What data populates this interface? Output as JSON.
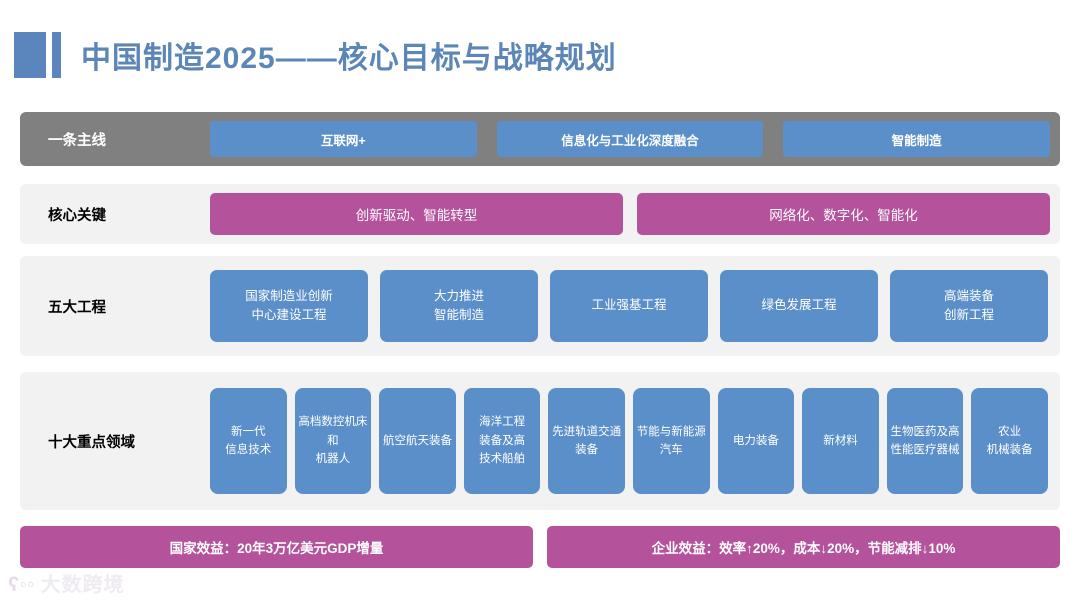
{
  "header": {
    "title": "中国制造2025——核心目标与战略规划",
    "accent_color": "#5b86bd",
    "title_color": "#5b86b5"
  },
  "palette": {
    "blue": "#5b8fc9",
    "purple": "#b5529c",
    "grey_band": "#808080",
    "light_band": "#f2f2f2"
  },
  "rows": [
    {
      "label": "一条主线",
      "items": [
        "互联网+",
        "信息化与工业化深度融合",
        "智能制造"
      ]
    },
    {
      "label": "核心关键",
      "items": [
        "创新驱动、智能转型",
        "网络化、数字化、智能化"
      ]
    },
    {
      "label": "五大工程",
      "items": [
        {
          "line1": "国家制造业创新",
          "line2": "中心建设工程"
        },
        {
          "line1": "大力推进",
          "line2": "智能制造"
        },
        {
          "line1": "工业强基工程",
          "line2": ""
        },
        {
          "line1": "绿色发展工程",
          "line2": ""
        },
        {
          "line1": "高端装备",
          "line2": "创新工程"
        }
      ]
    },
    {
      "label": "十大重点领域",
      "items": [
        {
          "line1": "新一代",
          "line2": "信息技术",
          "line3": ""
        },
        {
          "line1": "高档数控机床",
          "line2": "和",
          "line3": "机器人"
        },
        {
          "line1": "航空航天装备",
          "line2": "",
          "line3": ""
        },
        {
          "line1": "海洋工程",
          "line2": "装备及高",
          "line3": "技术船舶"
        },
        {
          "line1": "先进轨道交通",
          "line2": "装备",
          "line3": ""
        },
        {
          "line1": "节能与新能源",
          "line2": "汽车",
          "line3": ""
        },
        {
          "line1": "电力装备",
          "line2": "",
          "line3": ""
        },
        {
          "line1": "新材料",
          "line2": "",
          "line3": ""
        },
        {
          "line1": "生物医药及高",
          "line2": "性能医疗器械",
          "line3": ""
        },
        {
          "line1": "农业",
          "line2": "机械装备",
          "line3": ""
        }
      ]
    }
  ],
  "benefits": [
    "国家效益：20年3万亿美元GDP增量",
    "企业效益：效率↑20%，成本↓20%，节能减排↓10%"
  ],
  "watermark": {
    "mark": "ʕ◦◦",
    "text": "大数跨境"
  }
}
